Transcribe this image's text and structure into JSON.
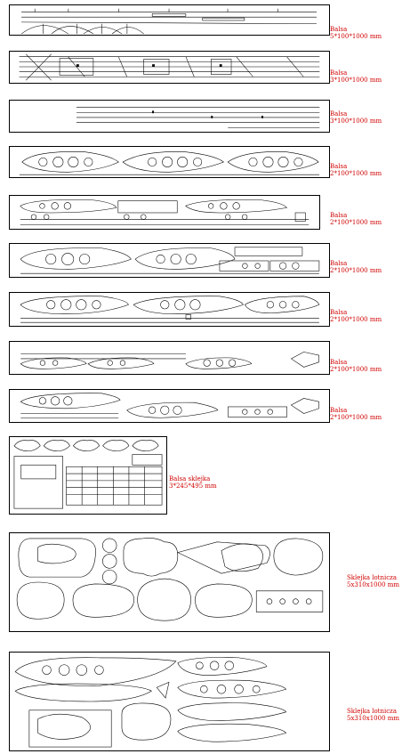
{
  "sheets": [
    {
      "id": "s1",
      "label1": "Balsa",
      "label2": "5*100*1000 mm"
    },
    {
      "id": "s2",
      "label1": "Balsa",
      "label2": "3*100*1000 mm"
    },
    {
      "id": "s3",
      "label1": "Balsa",
      "label2": "3*100*1000 mm"
    },
    {
      "id": "s4",
      "label1": "Balsa",
      "label2": "2*100*1000 mm"
    },
    {
      "id": "s5",
      "label1": "Balsa",
      "label2": "2*100*1000 mm"
    },
    {
      "id": "s6",
      "label1": "Balsa",
      "label2": "2*100*1000 mm"
    },
    {
      "id": "s7",
      "label1": "Balsa",
      "label2": "2*100*1000 mm"
    },
    {
      "id": "s8",
      "label1": "Balsa",
      "label2": "2*100*1000 mm"
    },
    {
      "id": "s9",
      "label1": "Balsa",
      "label2": "2*100*1000 mm"
    },
    {
      "id": "s10",
      "label1": "Balsa sklejka",
      "label2": "3*245*495 mm"
    },
    {
      "id": "s11",
      "label1": "Sklejka lotnicza",
      "label2": "5x310x1000 mm"
    },
    {
      "id": "s12",
      "label1": "Sklejka lotnicza",
      "label2": "5x310x1000 mm"
    }
  ],
  "colors": {
    "label": "#d00000",
    "line": "#000000",
    "background": "#ffffff"
  }
}
